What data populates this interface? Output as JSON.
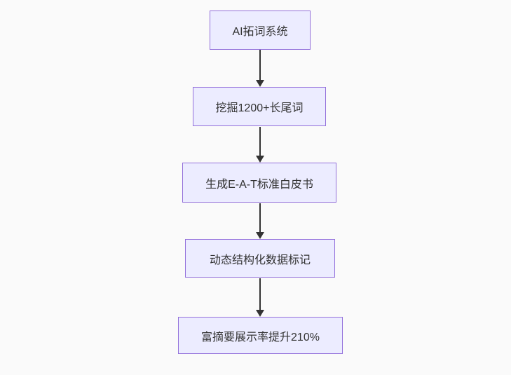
{
  "diagram": {
    "type": "flowchart",
    "direction": "top-down",
    "nodes": [
      {
        "id": "node-1",
        "label": "AI拓词系统"
      },
      {
        "id": "node-2",
        "label": "挖掘1200+长尾词"
      },
      {
        "id": "node-3",
        "label": "生成E-A-T标准白皮书"
      },
      {
        "id": "node-4",
        "label": "动态结构化数据标记"
      },
      {
        "id": "node-5",
        "label": "富摘要展示率提升210%"
      }
    ],
    "edges": [
      {
        "from": "node-1",
        "to": "node-2"
      },
      {
        "from": "node-2",
        "to": "node-3"
      },
      {
        "from": "node-3",
        "to": "node-4"
      },
      {
        "from": "node-4",
        "to": "node-5"
      }
    ]
  },
  "theme": {
    "background": "#FAFAFA",
    "node_fill": "#ECECFF",
    "node_border": "#9370DB",
    "arrow_color": "#333333",
    "text_color": "#333333"
  }
}
